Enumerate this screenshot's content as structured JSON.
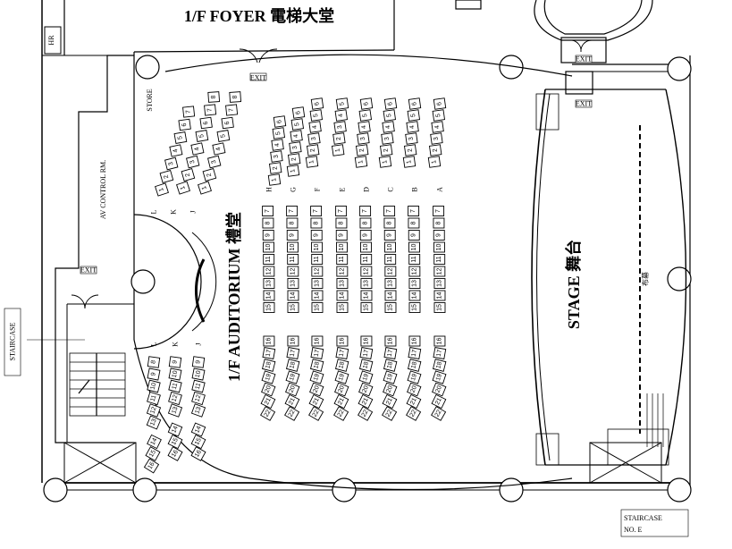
{
  "labels": {
    "foyer": "1/F FOYER 電梯大堂",
    "auditorium": "1/F AUDITORIUM 禮堂",
    "stage": "STAGE 舞台",
    "av_control": "AV CONTROL RM.",
    "store": "STORE",
    "hr": "HR",
    "staircase": "STAIRCASE",
    "staircase_e_line1": "STAIRCASE",
    "staircase_e_line2": "NO.   E",
    "exit": "EXIT",
    "curtain": "布幕"
  },
  "center_rows": [
    {
      "row": "H",
      "front_count": 6,
      "back_count": 22
    },
    {
      "row": "G",
      "front_count": 6,
      "back_count": 22
    },
    {
      "row": "F",
      "front_count": 6,
      "back_count": 22
    },
    {
      "row": "E",
      "front_count": 5,
      "back_count": 22
    },
    {
      "row": "D",
      "front_count": 6,
      "back_count": 22
    },
    {
      "row": "C",
      "front_count": 6,
      "back_count": 22
    },
    {
      "row": "B",
      "front_count": 6,
      "back_count": 22
    },
    {
      "row": "A",
      "front_count": 6,
      "back_count": 22
    }
  ],
  "left_rows_upper": [
    {
      "row": "L",
      "count": 7
    },
    {
      "row": "K",
      "count": 8
    },
    {
      "row": "J",
      "count": 8
    }
  ],
  "left_rows_lower": [
    {
      "row": "L",
      "from": 8,
      "to": 16
    },
    {
      "row": "K",
      "from": 9,
      "to": 16
    },
    {
      "row": "J",
      "from": 9,
      "to": 16
    }
  ]
}
